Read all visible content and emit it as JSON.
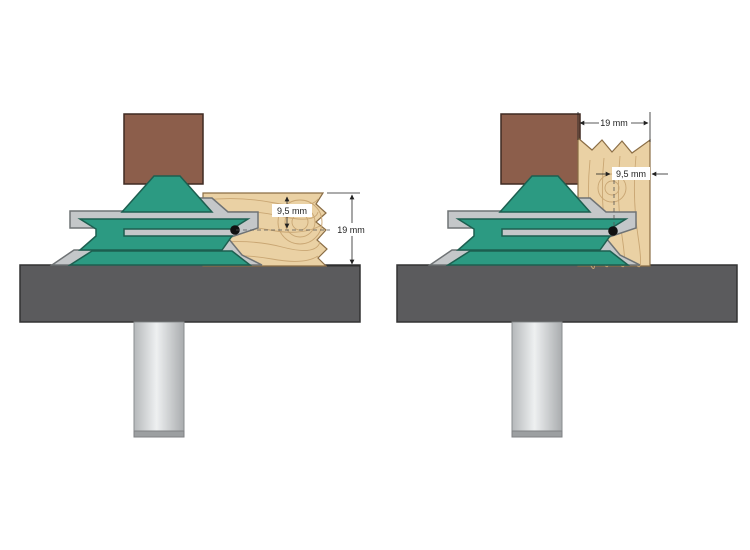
{
  "diagrams": [
    {
      "name": "horizontal-setup",
      "thickness_label": "19 mm",
      "offset_label": "9,5 mm"
    },
    {
      "name": "vertical-setup",
      "thickness_label": "19 mm",
      "offset_label": "9,5 mm"
    }
  ],
  "colors": {
    "table": "#5b5b5d",
    "table_edge": "#333333",
    "fence": "#8c5e4b",
    "cutter": "#2c9a82",
    "cutter_dark": "#20715f",
    "cutter_steel": "#c4c7c9",
    "shank": "#cfd2d4",
    "wood": "#ead1a4",
    "wood_grain": "#c9a673"
  },
  "icons": [
    "bearing-dot-icon",
    "dimension-arrow-icon"
  ]
}
